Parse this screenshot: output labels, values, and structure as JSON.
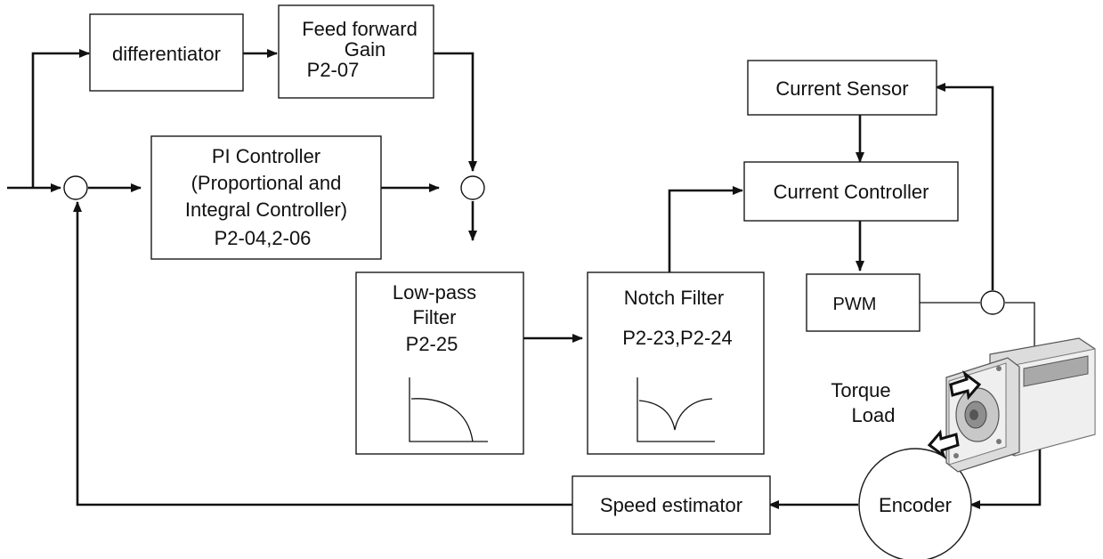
{
  "diagram": {
    "blocks": {
      "differentiator": "differentiator",
      "feed_forward": [
        "Feed forward",
        "Gain",
        "P2-07"
      ],
      "pi_controller": [
        "PI Controller",
        "(Proportional and",
        "Integral Controller)",
        "P2-04,2-06"
      ],
      "low_pass": [
        "Low-pass",
        "Filter",
        "P2-25"
      ],
      "notch": [
        "Notch Filter",
        "P2-23,P2-24"
      ],
      "current_sensor": "Current Sensor",
      "current_controller": "Current Controller",
      "pwm": "PWM",
      "speed_estimator": "Speed estimator",
      "encoder": "Encoder"
    },
    "torque_load": [
      "Torque",
      "Load"
    ]
  }
}
